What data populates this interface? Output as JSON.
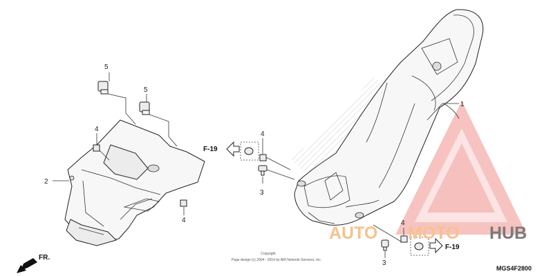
{
  "callouts": {
    "c1": "1",
    "c2": "2",
    "c3a": "3",
    "c3b": "3",
    "c4a": "4",
    "c4b": "4",
    "c4c": "4",
    "c4d": "4",
    "c5a": "5",
    "c5b": "5"
  },
  "references": {
    "f19_left": "F-19",
    "f19_right": "F-19",
    "front": "FR."
  },
  "copyright": {
    "line1": "Copyright",
    "line2": "Page design (c) 2004 - 2014 by ARI Network Services, Inc."
  },
  "diagram_code": "MGS4F2800",
  "watermark": {
    "part1": "AUTO",
    "part2": "MOTO",
    "part3": "HUB",
    "color_light": "#f6c28e",
    "color_dark": "#7a7a7a",
    "triangle_color": "#e2463f"
  }
}
